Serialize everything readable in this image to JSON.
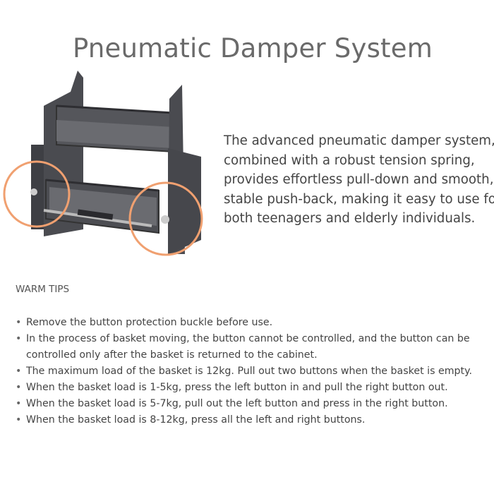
{
  "title": "Pneumatic Damper System",
  "description_lines": [
    "The advanced pneumatic damper system,",
    "combined with a robust tension spring,",
    "provides effortless pull-down and smooth,",
    "stable push-back, making it easy to use for",
    "both teenagers and elderly individuals."
  ],
  "warm_tips": {
    "heading": "WARM TIPS",
    "items": [
      "Remove the button protection buckle before use.",
      "In the process of basket moving, the button cannot be controlled, and the button can be controlled only after the basket is returned to the cabinet.",
      "The maximum load of the basket is 12kg. Pull out two buttons when the basket is empty.",
      "When the basket load is 1-5kg, press the left button in and pull the right button out.",
      "When the basket load is 5-7kg, pull out the left button and press in the right button.",
      "When the basket load is 8-12kg, press all the left and right buttons."
    ]
  },
  "colors": {
    "highlight": "#f0a070",
    "product": "#4a4b50"
  }
}
